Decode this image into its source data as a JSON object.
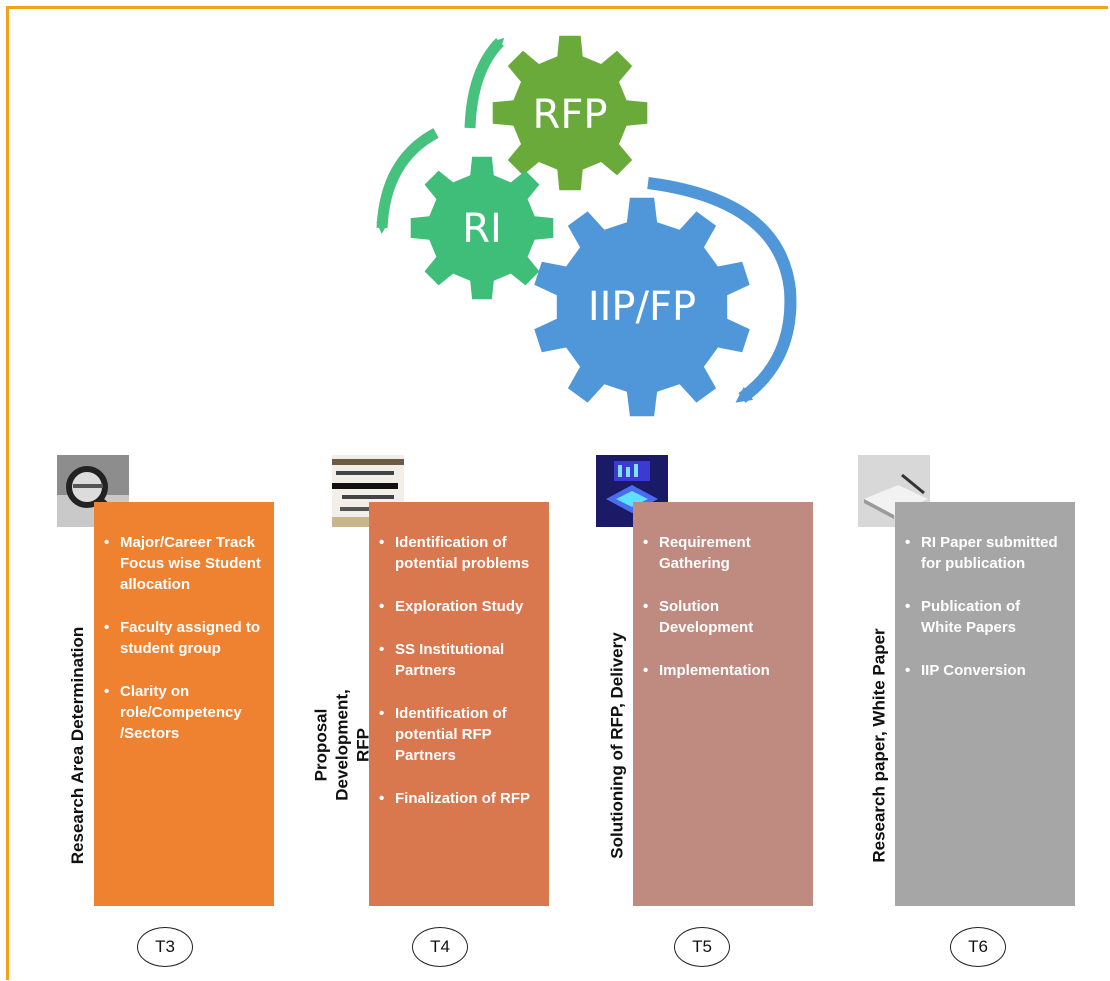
{
  "gears": {
    "rfp_label": "RFP",
    "ri_label": "RI",
    "iip_label": "IIP/FP",
    "colors": {
      "rfp": "#6aaa3a",
      "ri": "#3ebe78",
      "iip": "#4f97d8",
      "arrow_green": "#46c27e",
      "arrow_blue": "#4f97d8"
    }
  },
  "columns": [
    {
      "title": "Research Area Determination",
      "color": "#ee8231",
      "badge": "T3",
      "bullets": [
        "Major/Career Track Focus wise Student allocation",
        "Faculty assigned to student group",
        "Clarity on role/Competency /Sectors"
      ]
    },
    {
      "title": "Proposal Development, RFP Solicitation",
      "color": "#d9774f",
      "badge": "T4",
      "bullets": [
        "Identification of potential problems",
        "Exploration Study",
        "SS Institutional Partners",
        "Identification of potential RFP Partners",
        "Finalization of RFP"
      ]
    },
    {
      "title": "Solutioning of RFP, Delivery",
      "color": "#bf8a80",
      "badge": "T5",
      "bullets": [
        "Requirement Gathering",
        "Solution Development",
        "Implementation"
      ]
    },
    {
      "title": "Research paper, White Paper",
      "color": "#a6a6a6",
      "badge": "T6",
      "bullets": [
        "RI Paper submitted for publication",
        "Publication of White Papers",
        "IIP Conversion"
      ]
    }
  ]
}
